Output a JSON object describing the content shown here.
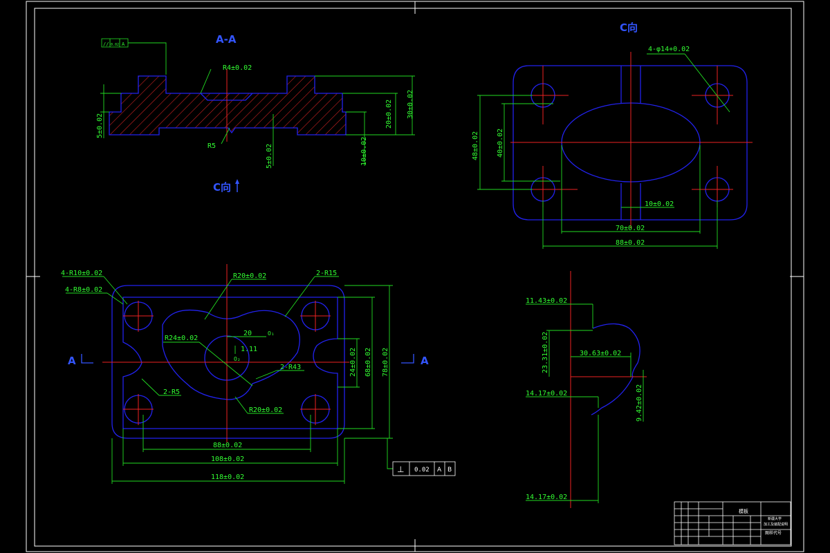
{
  "views": {
    "section_title": "A-A",
    "view_c_title": "C向",
    "view_c_arrow_label": "C向",
    "cut_left": "A",
    "cut_right": "A"
  },
  "section": {
    "flatness": "//",
    "flatness_val": "0.02",
    "flatness_datum": "A",
    "r4": "R4±0.02",
    "r5": "R5",
    "d5": "5±0.02",
    "d5b": "5±0.02",
    "d10": "10±0.02",
    "d20": "20±0.02",
    "d30": "30±0.02"
  },
  "viewc": {
    "holes": "4-φ14+0.02",
    "h48": "48±0.02",
    "h40": "40±0.02",
    "w10": "10±0.02",
    "w70": "70±0.02",
    "w88": "88±0.02"
  },
  "plan": {
    "r10": "4-R10±0.02",
    "r8": "4-R8±0.02",
    "r20a": "R20±0.02",
    "r15": "2-R15",
    "r24": "R24±0.02",
    "d20": "20",
    "o1": "O₁",
    "d111": "1.11",
    "o2": "O₂",
    "r43": "2-R43",
    "r5": "2-R5",
    "r20b": "R20±0.02",
    "h24": "24±0.02",
    "h68": "68±0.02",
    "h78": "78±0.02",
    "w88": "88±0.02",
    "w108": "108±0.02",
    "w118": "118±0.02",
    "perp_sym": "⊥",
    "perp_val": "0.02",
    "perp_a": "A",
    "perp_b": "B"
  },
  "detail": {
    "d1143": "11.43±0.02",
    "d2331": "23.31±0.02",
    "d3063": "30.63±0.02",
    "d1417a": "14.17±0.02",
    "d942": "9.42±0.02",
    "d1417b": "14.17±0.02"
  },
  "titleblock": {
    "name": "模板",
    "school": "新疆大学",
    "dept": "加工及装配说明",
    "code": "图样代号"
  }
}
